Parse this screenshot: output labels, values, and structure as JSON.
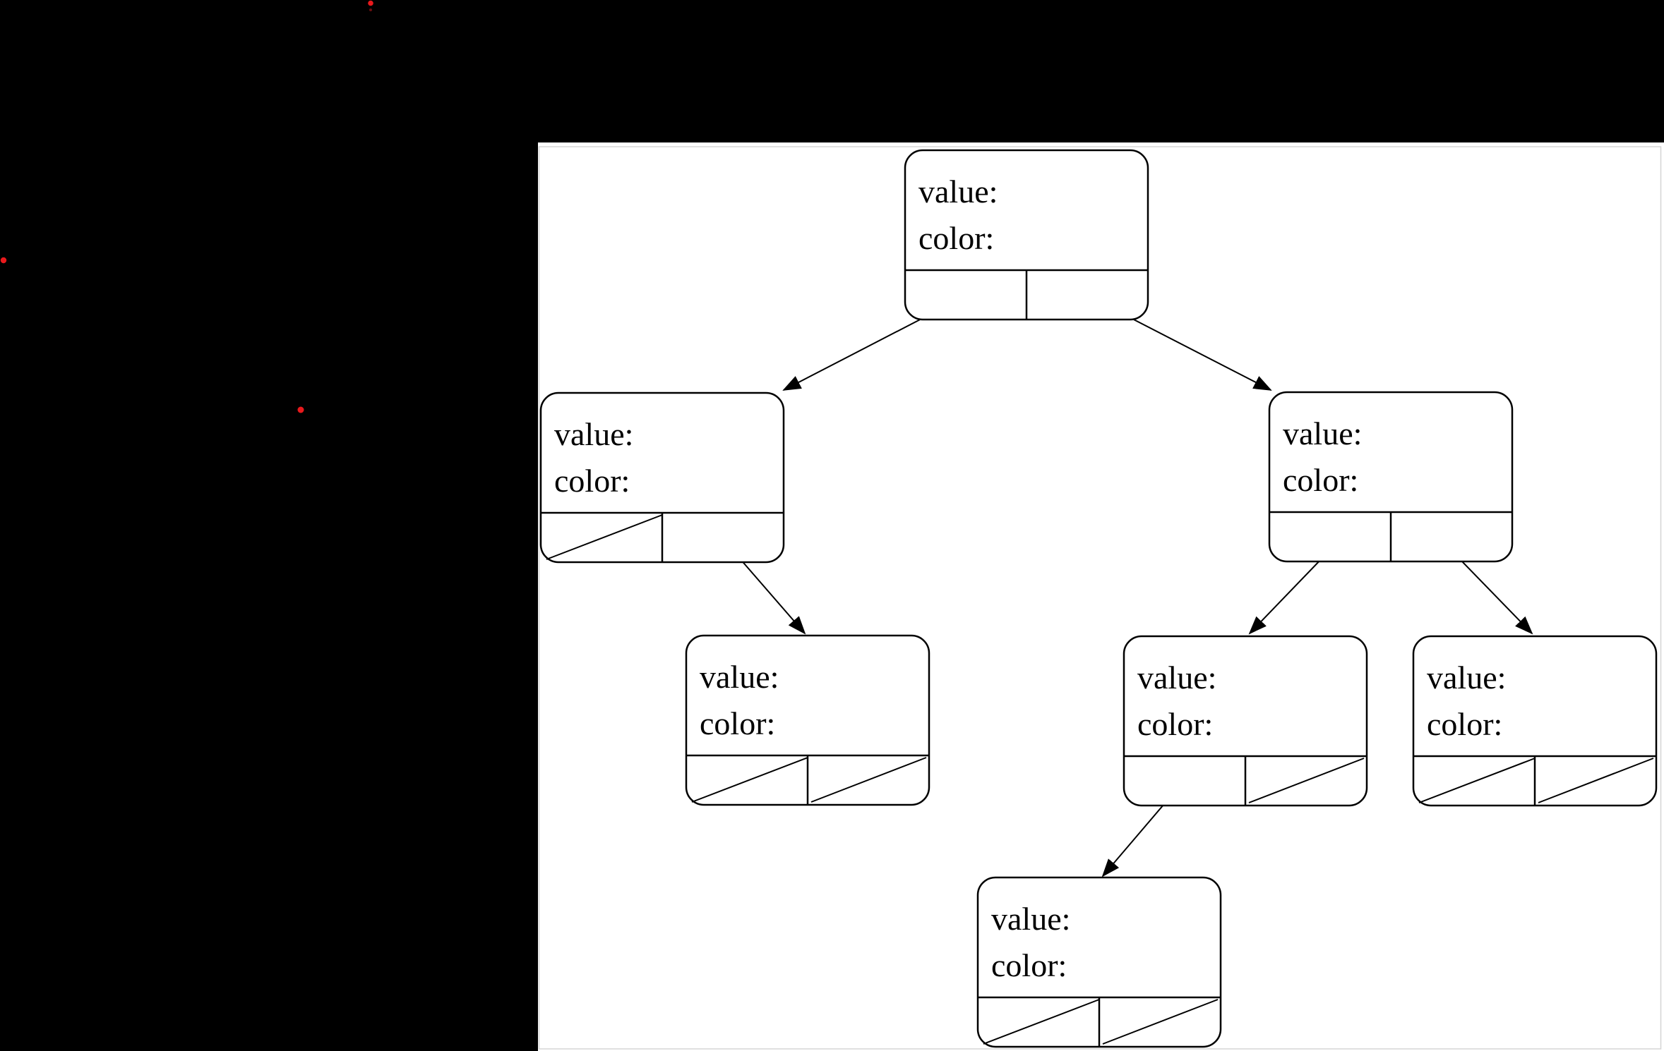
{
  "window": {
    "outer_background": "#000000",
    "background": "#ffffff",
    "border_color": "#d5d5d5"
  },
  "labels": {
    "value": "value:",
    "color": "color:"
  },
  "diagram": {
    "type": "binary-tree",
    "description": "Seven rounded record nodes, each with empty 'value:' and 'color:' text fields above two child-pointer cells; a diagonal slash in a pointer cell denotes a null pointer, arrows point from pointer cells to child nodes.",
    "line_color": "#000000",
    "nodes": [
      {
        "id": "root",
        "row": 1,
        "fields": [
          "value:",
          "color:"
        ],
        "left_pointer": "left-child",
        "right_pointer": "right-child"
      },
      {
        "id": "left-child",
        "row": 2,
        "fields": [
          "value:",
          "color:"
        ],
        "left_pointer": null,
        "right_pointer": "left-right-grandchild"
      },
      {
        "id": "right-child",
        "row": 2,
        "fields": [
          "value:",
          "color:"
        ],
        "left_pointer": "right-left-grandchild",
        "right_pointer": "right-right-grandchild"
      },
      {
        "id": "left-right-grandchild",
        "row": 3,
        "fields": [
          "value:",
          "color:"
        ],
        "left_pointer": null,
        "right_pointer": null
      },
      {
        "id": "right-left-grandchild",
        "row": 3,
        "fields": [
          "value:",
          "color:"
        ],
        "left_pointer": "right-left-left-leaf",
        "right_pointer": null
      },
      {
        "id": "right-right-grandchild",
        "row": 3,
        "fields": [
          "value:",
          "color:"
        ],
        "left_pointer": null,
        "right_pointer": null
      },
      {
        "id": "right-left-left-leaf",
        "row": 4,
        "fields": [
          "value:",
          "color:"
        ],
        "left_pointer": null,
        "right_pointer": null
      }
    ],
    "edges": [
      {
        "from": "root",
        "pointer": "left",
        "to": "left-child"
      },
      {
        "from": "root",
        "pointer": "right",
        "to": "right-child"
      },
      {
        "from": "left-child",
        "pointer": "right",
        "to": "left-right-grandchild"
      },
      {
        "from": "right-child",
        "pointer": "left",
        "to": "right-left-grandchild"
      },
      {
        "from": "right-child",
        "pointer": "right",
        "to": "right-right-grandchild"
      },
      {
        "from": "right-left-grandchild",
        "pointer": "left",
        "to": "right-left-left-leaf"
      }
    ]
  },
  "markers": {
    "red_dot_color": "#e8191c",
    "red_dot_count": 3
  }
}
